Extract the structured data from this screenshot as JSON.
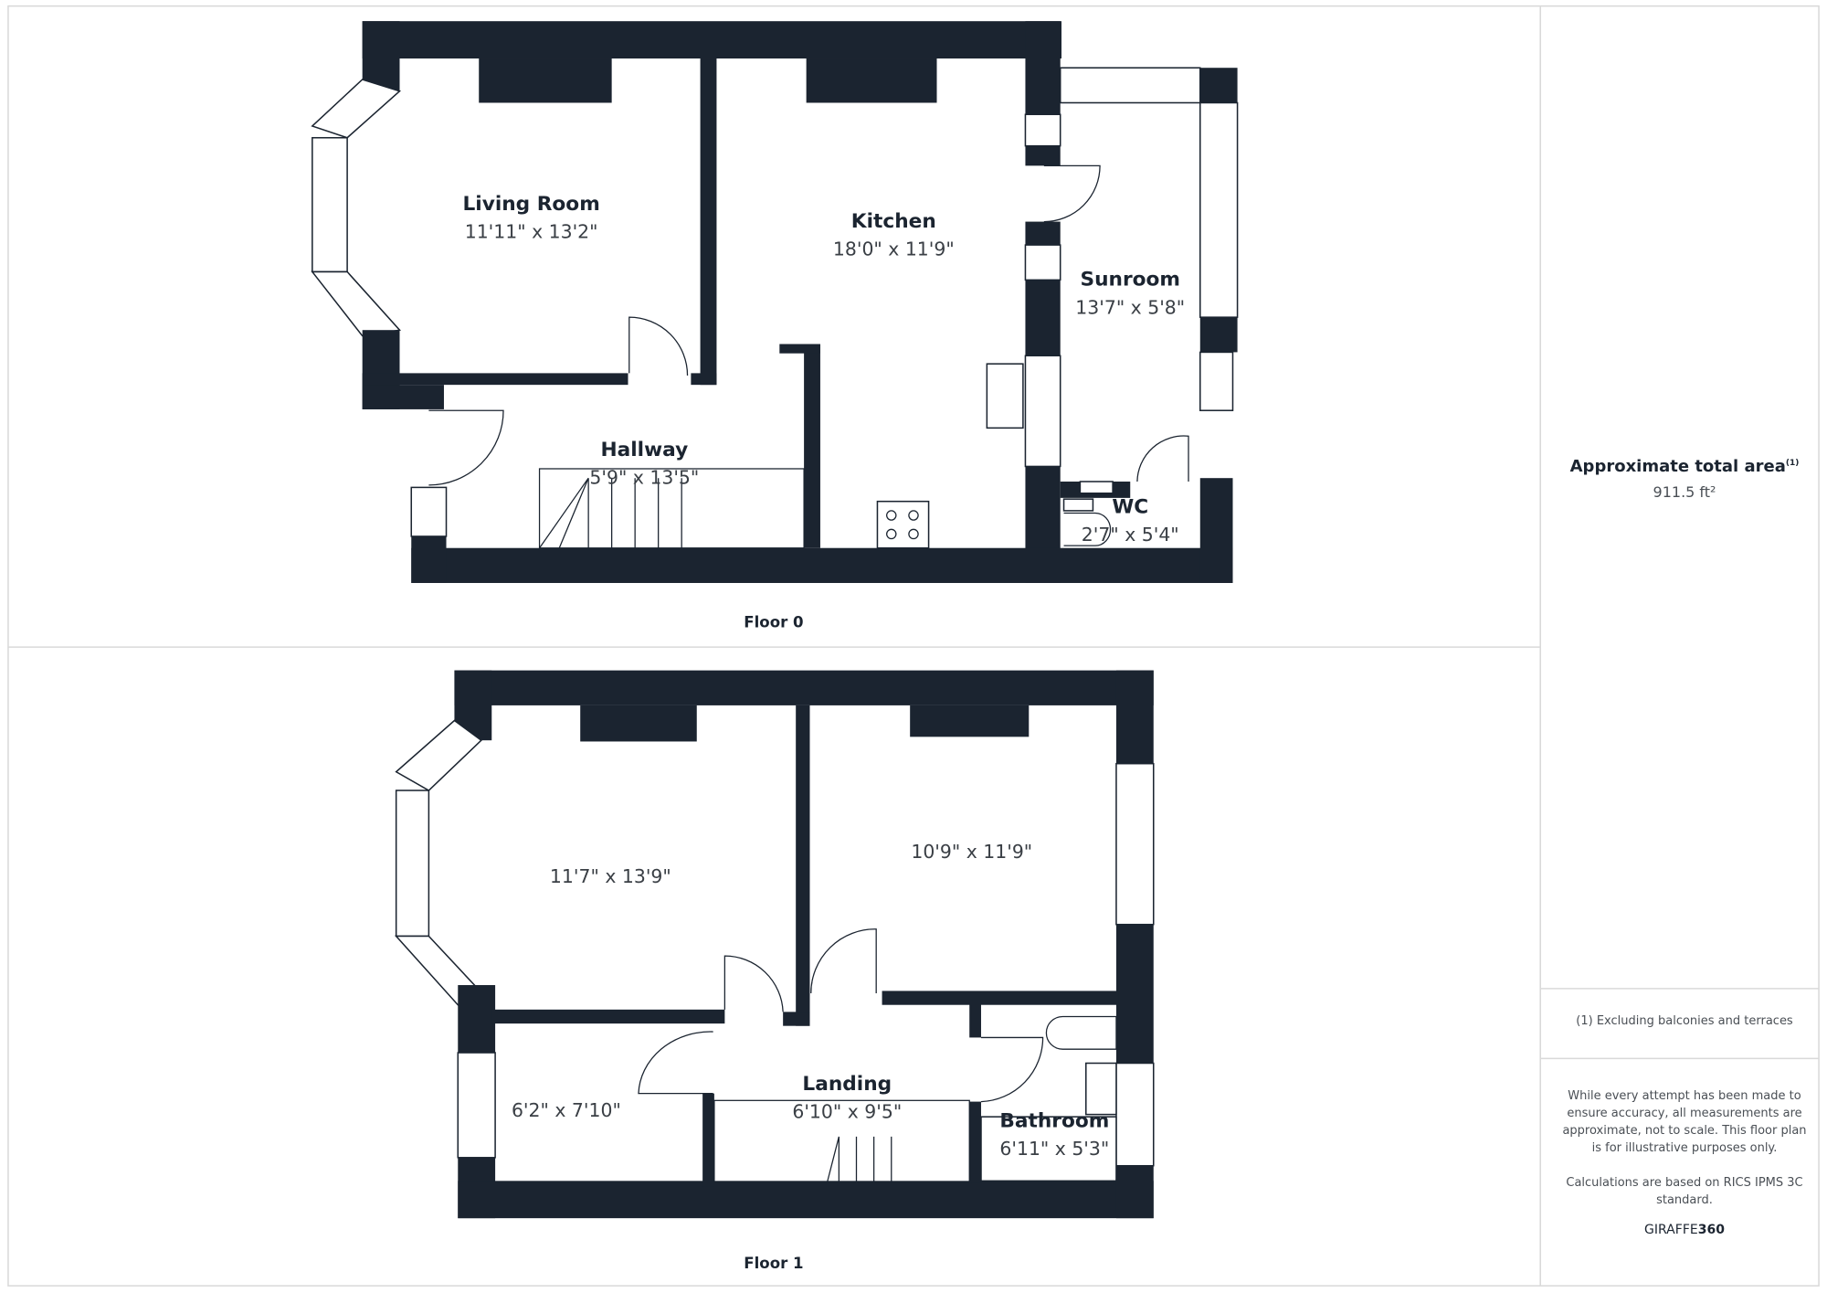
{
  "floors": [
    {
      "label": "Floor 0",
      "rooms": [
        {
          "name": "Living Room",
          "size": "11'11\" x 13'2\""
        },
        {
          "name": "Kitchen",
          "size": "18'0\" x 11'9\""
        },
        {
          "name": "Sunroom",
          "size": "13'7\" x 5'8\""
        },
        {
          "name": "Hallway",
          "size": "5'9\" x 13'5\""
        },
        {
          "name": "WC",
          "size": "2'7\" x 5'4\""
        }
      ]
    },
    {
      "label": "Floor 1",
      "rooms": [
        {
          "name": "",
          "size": "11'7\" x 13'9\""
        },
        {
          "name": "",
          "size": "10'9\" x 11'9\""
        },
        {
          "name": "",
          "size": "6'2\" x 7'10\""
        },
        {
          "name": "Landing",
          "size": "6'10\" x 9'5\""
        },
        {
          "name": "Bathroom",
          "size": "6'11\" x 5'3\""
        }
      ]
    }
  ],
  "summary": {
    "area_title": "Approximate total area",
    "area_footnote_mark": "(1)",
    "area_value": "911.5 ft²",
    "footnote": "(1) Excluding balconies and terraces",
    "disclaimer": "While every attempt has been made to ensure accuracy, all measurements are approximate, not to scale. This floor plan is for illustrative purposes only.",
    "calc_note": "Calculations are based on RICS IPMS 3C standard.",
    "brand_a": "GIRAFFE",
    "brand_b": "360"
  },
  "colors": {
    "wall": "#1b2430",
    "divider": "#d9d9d9"
  }
}
